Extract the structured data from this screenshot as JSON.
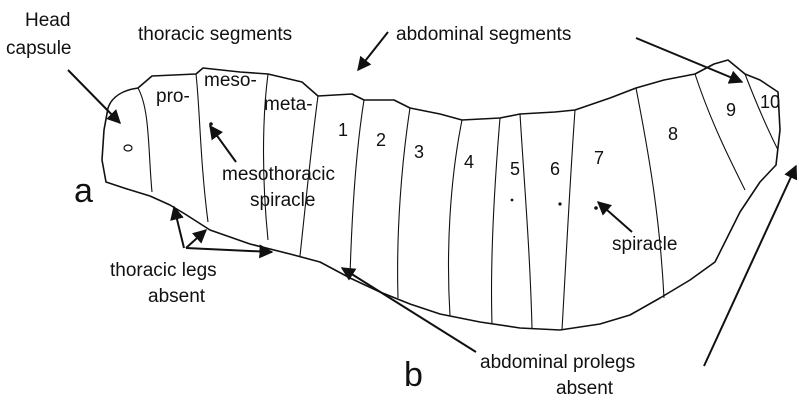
{
  "figure": {
    "panel_a": "a",
    "panel_b": "b"
  },
  "labels": {
    "head_capsule_line1": "Head",
    "head_capsule_line2": "capsule",
    "thoracic_segments": "thoracic segments",
    "abdominal_segments": "abdominal segments",
    "pro": "pro-",
    "meso": "meso-",
    "meta": "meta-",
    "mesothoracic_spiracle_line1": "mesothoracic",
    "mesothoracic_spiracle_line2": "spiracle",
    "spiracle": "spiracle",
    "thoracic_legs_line1": "thoracic legs",
    "thoracic_legs_line2": "absent",
    "abdominal_prolegs_line1": "abdominal prolegs",
    "abdominal_prolegs_line2": "absent"
  },
  "segment_numbers": [
    "1",
    "2",
    "3",
    "4",
    "5",
    "6",
    "7",
    "8",
    "9",
    "10"
  ]
}
